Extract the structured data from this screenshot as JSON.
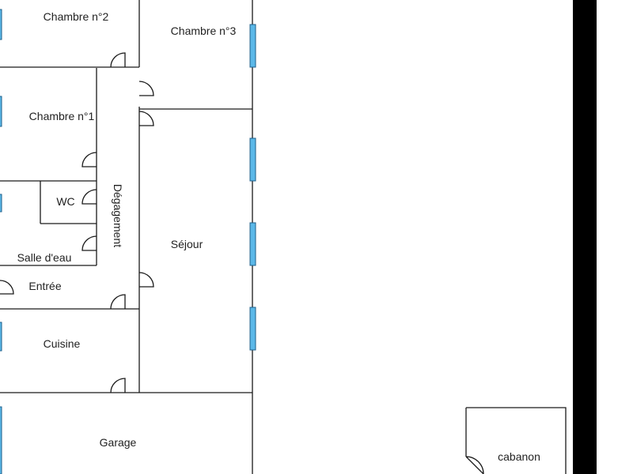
{
  "colors": {
    "wall": "#1a1a1a",
    "window_fill": "#5bb8e8",
    "window_stroke": "#1f5f8a",
    "background": "#ffffff",
    "edge_bar": "#000000"
  },
  "rooms": {
    "chambre2": "Chambre n°2",
    "chambre3": "Chambre n°3",
    "chambre1": "Chambre n°1",
    "wc": "WC",
    "degagement": "Dégagement",
    "salle_eau": "Salle d'eau",
    "entree": "Entrée",
    "sejour": "Séjour",
    "cuisine": "Cuisine",
    "garage": "Garage",
    "cabanon": "cabanon"
  }
}
